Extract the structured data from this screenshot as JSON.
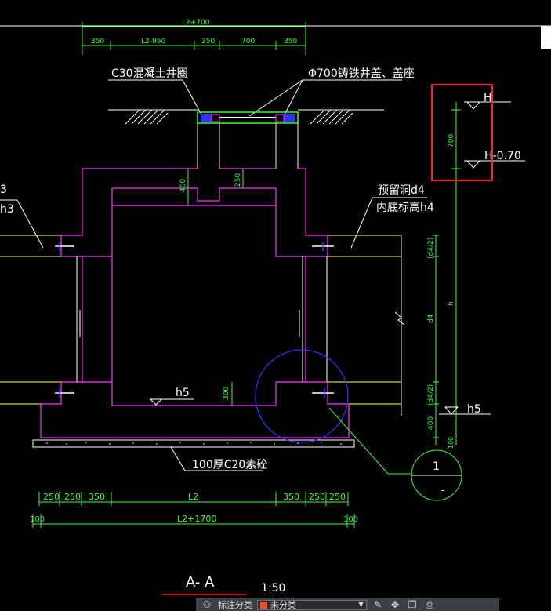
{
  "drawing": {
    "dim_top_total": "L2+700",
    "dim_top_segments": [
      "350",
      "L2-950",
      "250",
      "700",
      "350"
    ],
    "label_ring": "C30混凝土井圈",
    "label_cover": "Φ700铸铁井盖、盖座",
    "dim_400_upper": "400",
    "dim_250_upper": "250",
    "label_h3_left": "3",
    "label_h3b_left": "h3",
    "label_reserved_1": "预留洞d4",
    "label_reserved_2": "内底标高h4",
    "elev_H": "H",
    "elev_H_minus": "H-0.70",
    "dim_700_right": "700",
    "dim_d4_a": "(d4/2)",
    "dim_h": "h",
    "dim_d4": "d4",
    "dim_d4_b": "(d4/2)",
    "dim_400_lower": "400",
    "dim_100_right": "100",
    "label_h5_inner": "h5",
    "dim_300": "300",
    "label_h5_right": "h5",
    "label_base": "100厚C20素砼",
    "detail_callout_top": "1",
    "detail_callout_bottom": "-",
    "dim_bottom_segments": [
      "250",
      "250",
      "350",
      "L2",
      "350",
      "250",
      "250"
    ],
    "dim_bottom_total": "L2+1700",
    "dim_bottom_left_100": "100",
    "dim_bottom_right_100": "100",
    "section_title": "A- A",
    "scale": "1:50"
  },
  "toolbar": {
    "label": "标注分类",
    "select_value": "未分类",
    "icons": [
      "link-icon",
      "edit-icon",
      "move-icon",
      "copy-icon",
      "print-icon"
    ]
  },
  "colors": {
    "background": "#000000",
    "pink": "#ff33ff",
    "yellow": "#ffff66",
    "green": "#33ff33",
    "white": "#ffffff",
    "blue": "#3333ff",
    "highlight": "#ff2222"
  }
}
